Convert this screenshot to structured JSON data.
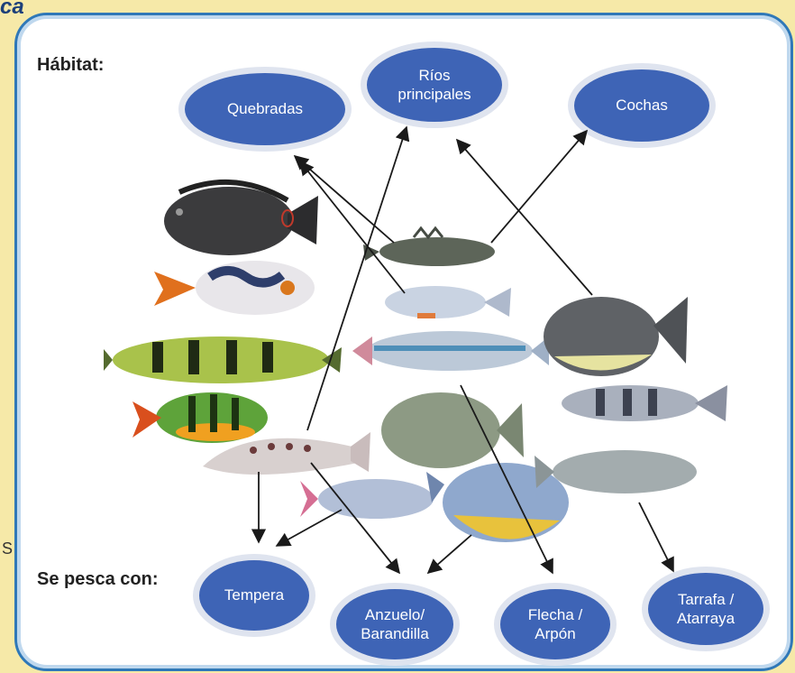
{
  "fragments": {
    "top_left": "ca",
    "side_mark": "S"
  },
  "labels": {
    "habitat": "Hábitat:",
    "fishing": "Se pesca con:"
  },
  "habitats": [
    {
      "id": "quebradas",
      "label": "Quebradas"
    },
    {
      "id": "rios",
      "label": "Ríos\nprincipales"
    },
    {
      "id": "cochas",
      "label": "Cochas"
    }
  ],
  "methods": [
    {
      "id": "tempera",
      "label": "Tempera"
    },
    {
      "id": "anzuelo",
      "label": "Anzuelo/\nBarandilla"
    },
    {
      "id": "flecha",
      "label": "Flecha /\nArpón"
    },
    {
      "id": "tarrafa",
      "label": "Tarrafa /\nAtarraya"
    }
  ],
  "colors": {
    "bubble_fill": "#3e64b6",
    "bubble_ring": "#dfe4ef",
    "frame": "#2f78b8",
    "background": "#f6e9a8",
    "arrow": "#1a1a1a"
  }
}
